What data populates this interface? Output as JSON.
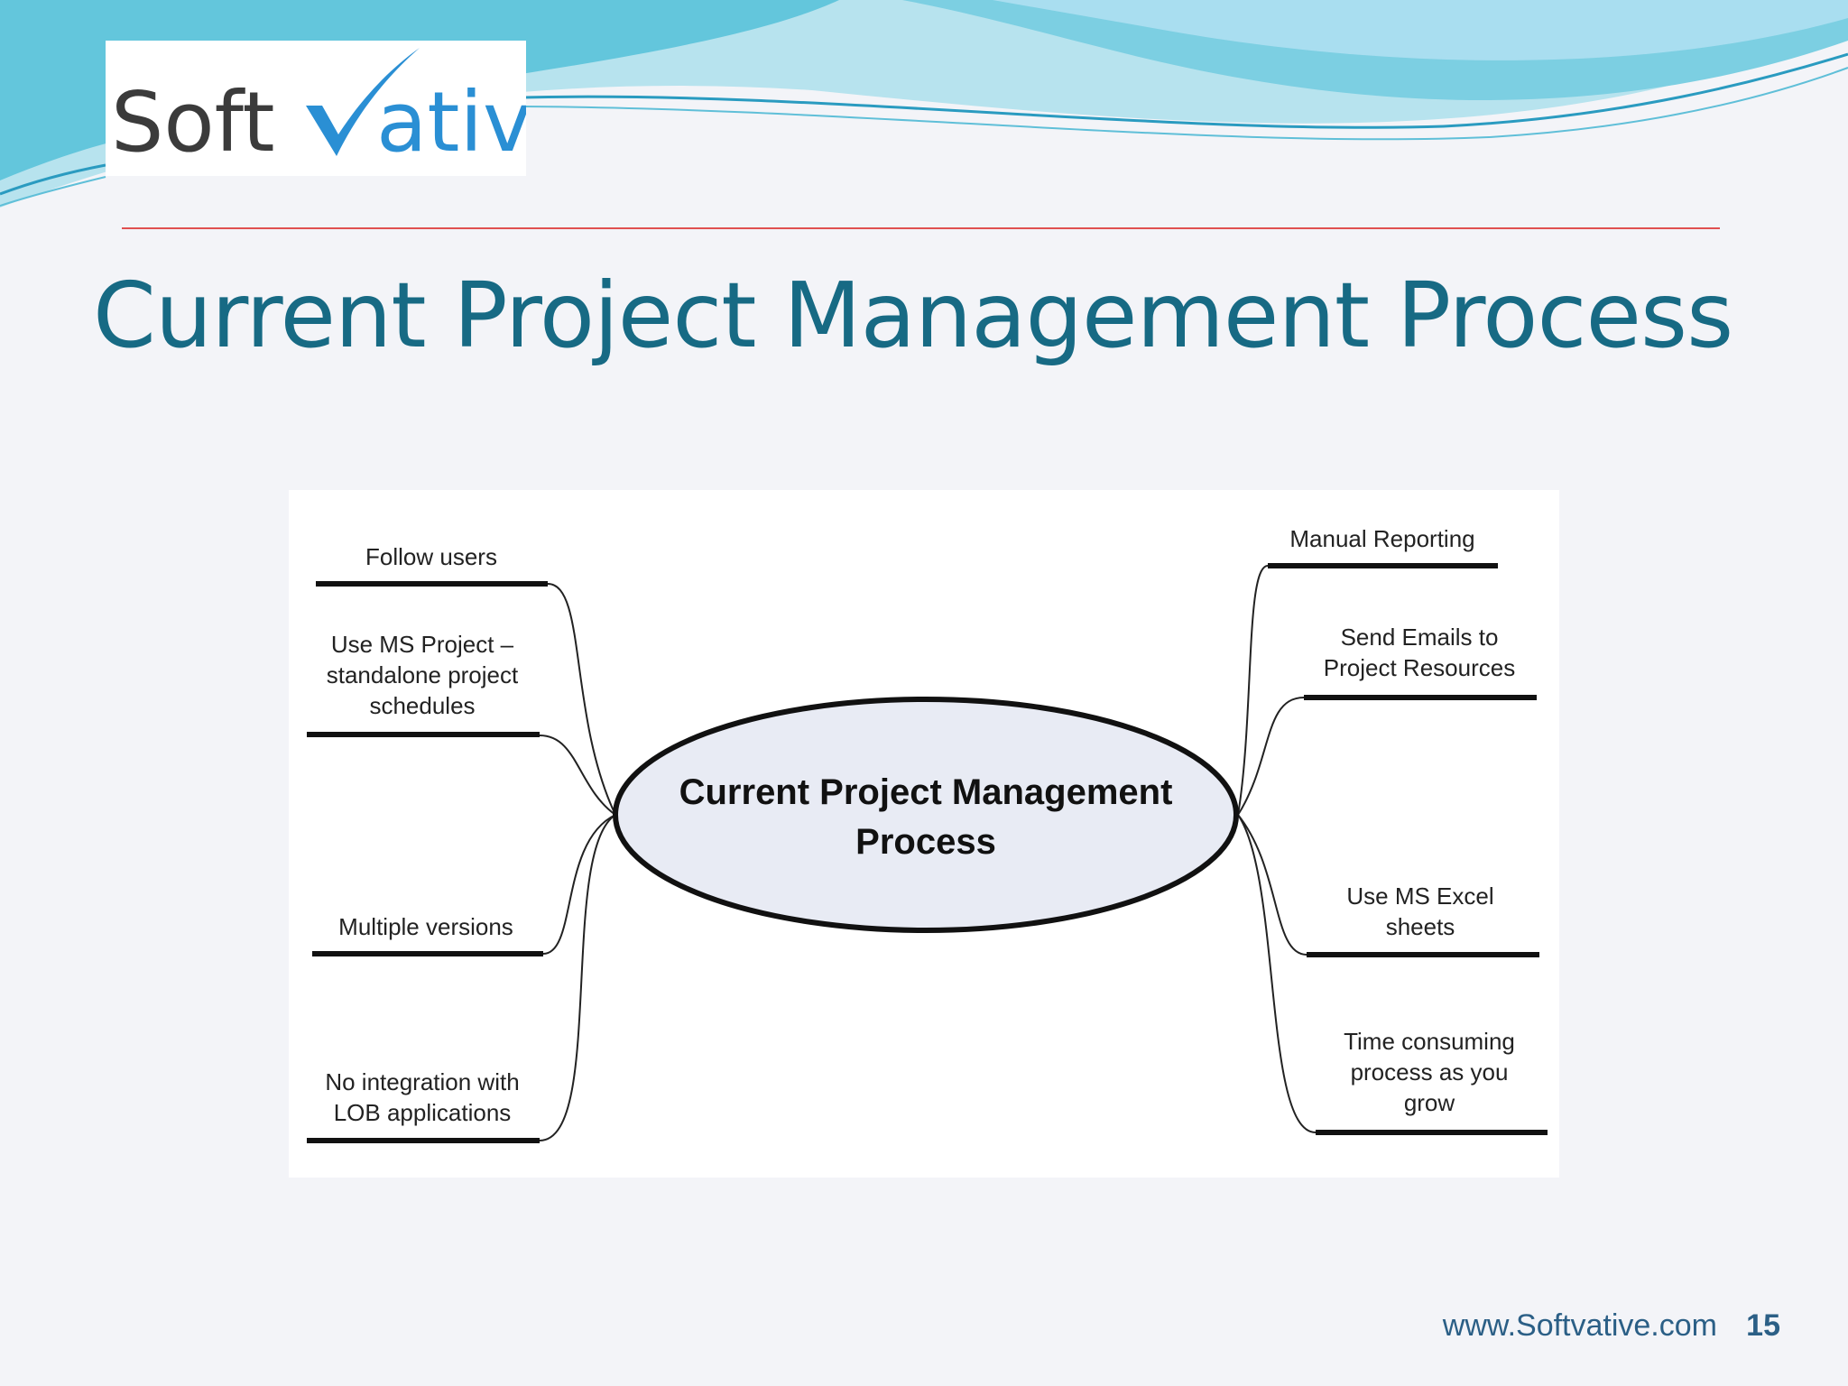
{
  "slide": {
    "title": "Current Project Management Process",
    "footer_url": "www.Softvative.com",
    "page_number": "15"
  },
  "logo": {
    "text_before": "Soft",
    "text_after": "ative",
    "text_color": "#3b3b3b",
    "check_color": "#2a8fd4"
  },
  "colors": {
    "title": "#176a84",
    "divider": "#e05050",
    "wave_light": "#b7e3ee",
    "wave_mid": "#63c6dc",
    "wave_dark": "#2a9bc0",
    "center_fill": "#e8ebf4"
  },
  "diagram": {
    "center": {
      "line1": "Current Project Management",
      "line2": "Process"
    },
    "left_branches": [
      {
        "lines": [
          "Follow users"
        ]
      },
      {
        "lines": [
          "Use MS Project –",
          "standalone project",
          "schedules"
        ]
      },
      {
        "lines": [
          "Multiple versions"
        ]
      },
      {
        "lines": [
          "No integration with",
          "LOB applications"
        ]
      }
    ],
    "right_branches": [
      {
        "lines": [
          "Manual Reporting"
        ]
      },
      {
        "lines": [
          "Send Emails to",
          "Project Resources"
        ]
      },
      {
        "lines": [
          "Use MS Excel",
          "sheets"
        ]
      },
      {
        "lines": [
          "Time consuming",
          "process as you",
          "grow"
        ]
      }
    ]
  }
}
